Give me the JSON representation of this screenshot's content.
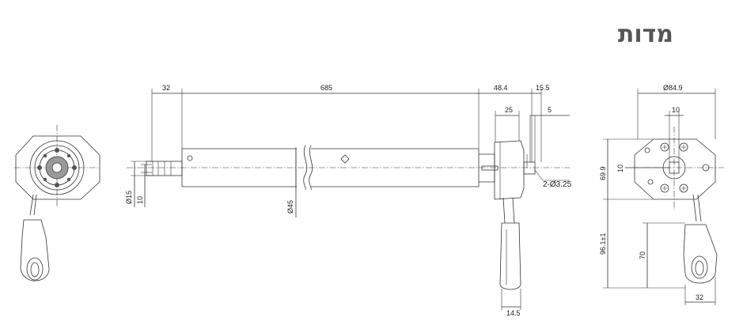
{
  "title": "מדות",
  "dims": {
    "d32_top": "32",
    "d685": "685",
    "d48_4": "48.4",
    "d15_5": "15.5",
    "d25": "25",
    "d5": "5",
    "d2_hole": "2-Ø3.25",
    "d15": "Ø15",
    "d10": "10",
    "d45": "Ø45",
    "d14_5": "14.5",
    "d84_9": "Ø84.9",
    "d10_side": "10",
    "d69_9": "69.9",
    "d10_left": "10",
    "d96": "96.1±1",
    "d70": "70",
    "d32_side": "32"
  },
  "colors": {
    "line": "#333333",
    "title": "#555555"
  }
}
